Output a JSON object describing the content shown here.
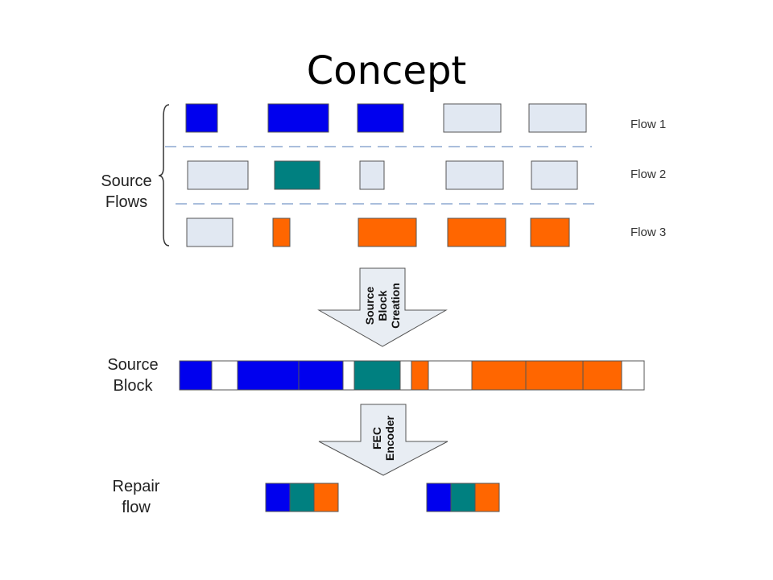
{
  "title": "Concept",
  "labels": {
    "source_flows": "Source\nFlows",
    "source_block": "Source\nBlock",
    "repair_flow": "Repair\nflow"
  },
  "flows": [
    {
      "name": "Flow 1",
      "packets": [
        "blue",
        "blue",
        "blue",
        "empty",
        "empty"
      ]
    },
    {
      "name": "Flow 2",
      "packets": [
        "empty",
        "teal",
        "empty",
        "empty",
        "empty"
      ]
    },
    {
      "name": "Flow 3",
      "packets": [
        "empty",
        "orange",
        "orange",
        "orange",
        "orange"
      ]
    }
  ],
  "arrows": [
    {
      "lines": [
        "Source",
        "Block",
        "Creation"
      ]
    },
    {
      "lines": [
        "FEC",
        "Encoder"
      ]
    }
  ],
  "source_block": {
    "segments": [
      "blue",
      "white",
      "blue",
      "blue",
      "white",
      "teal",
      "white",
      "orange",
      "white",
      "orange",
      "orange",
      "orange",
      "white"
    ]
  },
  "repair_flow": {
    "groups": [
      [
        "blue",
        "teal",
        "orange"
      ],
      [
        "blue",
        "teal",
        "orange"
      ]
    ]
  },
  "colors": {
    "blue": "#0000ee",
    "teal": "#008080",
    "orange": "#ff6600",
    "empty": "#e1e8f2",
    "white": "#ffffff",
    "arrow_fill": "#e8edf3",
    "dashed": "#8ea9d0"
  }
}
